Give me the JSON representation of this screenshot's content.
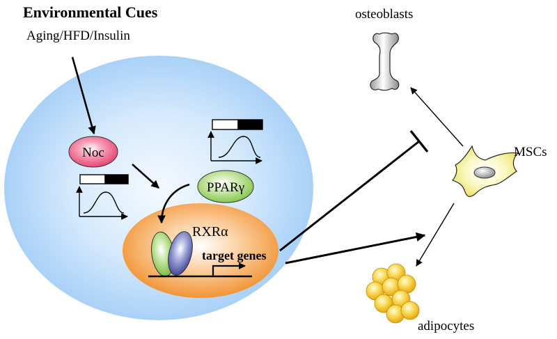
{
  "title": "Environmental Cues",
  "cues": "Aging/HFD/Insulin",
  "cell_labels": {
    "noc": "Noc",
    "ppar": "PPARγ",
    "rxr": "RXRα",
    "target": "target genes"
  },
  "fate_labels": {
    "osteoblasts": "osteoblasts",
    "mscs": "MSCs",
    "adipocytes": "adipocytes"
  },
  "colors": {
    "cell_outer": "#a9d1f7",
    "cell_inner": "#eef6ff",
    "noc": "#e8386a",
    "ppar": "#8fcf52",
    "rxr": "#f08a24",
    "msc": "#f5f07a",
    "fat": "#f5c518"
  },
  "icons": {
    "bone": "bone-icon",
    "stem_cell": "stem-cell-icon",
    "fat_cluster": "adipocyte-cluster-icon"
  }
}
